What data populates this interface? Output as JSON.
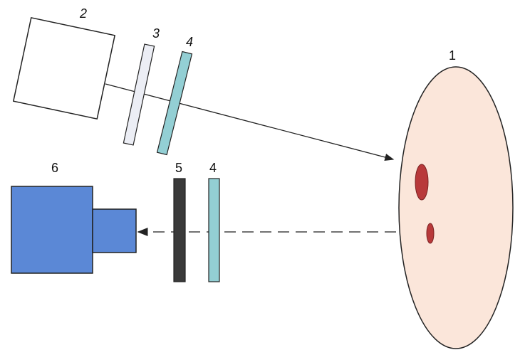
{
  "labels": {
    "target": "1",
    "source": "2",
    "plate3": "3",
    "filter4_top": "4",
    "filter5": "5",
    "filter4_bottom": "4",
    "camera": "6"
  },
  "colors": {
    "target_fill": "#fbe6da",
    "spot": "#b8393a",
    "filter4": "#93cfd4",
    "plate3": "#eceef5",
    "filter5": "#3a3a3a",
    "camera": "#5b88d6",
    "stroke": "#222222"
  }
}
